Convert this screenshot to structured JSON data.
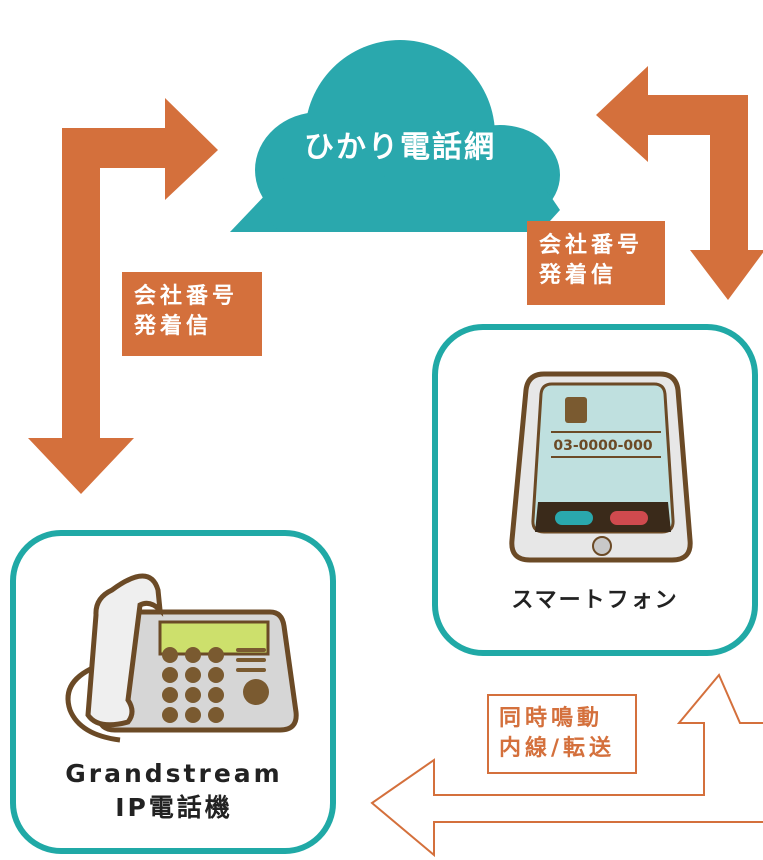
{
  "cloud": {
    "label": "ひかり電話網",
    "color": "#2aa8ad"
  },
  "left_arrow_label": {
    "line1": "会社番号",
    "line2": "発着信"
  },
  "right_arrow_label": {
    "line1": "会社番号",
    "line2": "発着信"
  },
  "bottom_arrow_label": {
    "line1": "同時鳴動",
    "line2": "内線/転送"
  },
  "smartphone": {
    "caption": "スマートフォン",
    "screen_number": "03-0000-000"
  },
  "ip_phone": {
    "caption_line1": "Grandstream",
    "caption_line2": "IP電話機"
  },
  "colors": {
    "arrow": "#d4703c",
    "teal": "#20a9a6",
    "device_outline": "#6b4a26"
  }
}
